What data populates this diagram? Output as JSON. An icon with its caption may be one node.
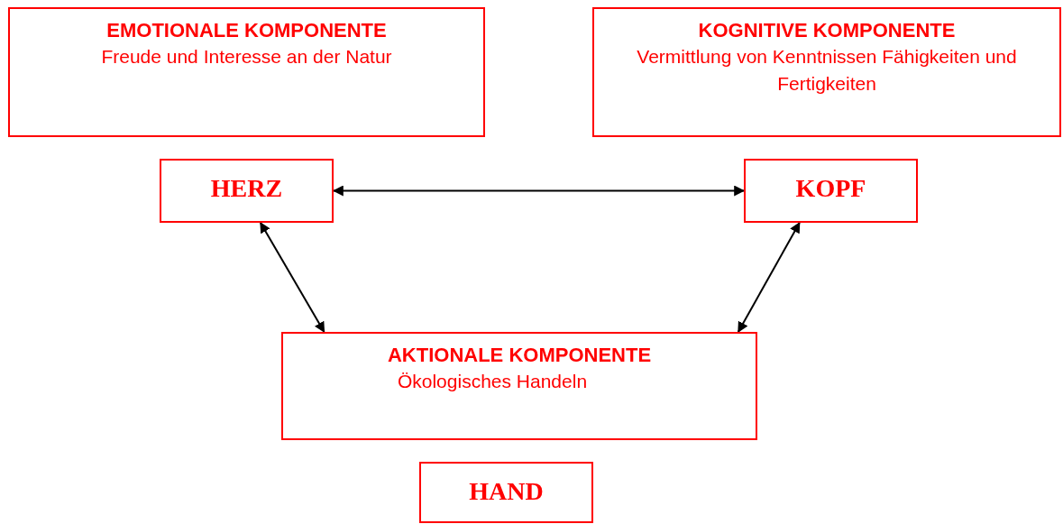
{
  "diagram": {
    "nodes": [
      {
        "text": [
          "EMOTIONALE KOMPONENTE",
          "Freude und Interesse an der Natur"
        ]
      },
      {
        "text": [
          "KOGNITIVE KOMPONENTE",
          "Vermittlung von Kenntnissen Fähigkeiten und Fertigkeiten"
        ]
      },
      {
        "text": [
          "HERZ"
        ]
      },
      {
        "text": [
          "KOPF"
        ]
      },
      {
        "text": [
          "AKTIONALE KOMPONENTE",
          "Ökologisches Handeln"
        ]
      },
      {
        "text": [
          "HAND"
        ]
      }
    ],
    "edges": [
      {
        "from": 2,
        "to": 3,
        "arrow": "both"
      },
      {
        "from": 2,
        "to": 4,
        "arrow": "both"
      },
      {
        "from": 3,
        "to": 4,
        "arrow": "both"
      }
    ]
  }
}
